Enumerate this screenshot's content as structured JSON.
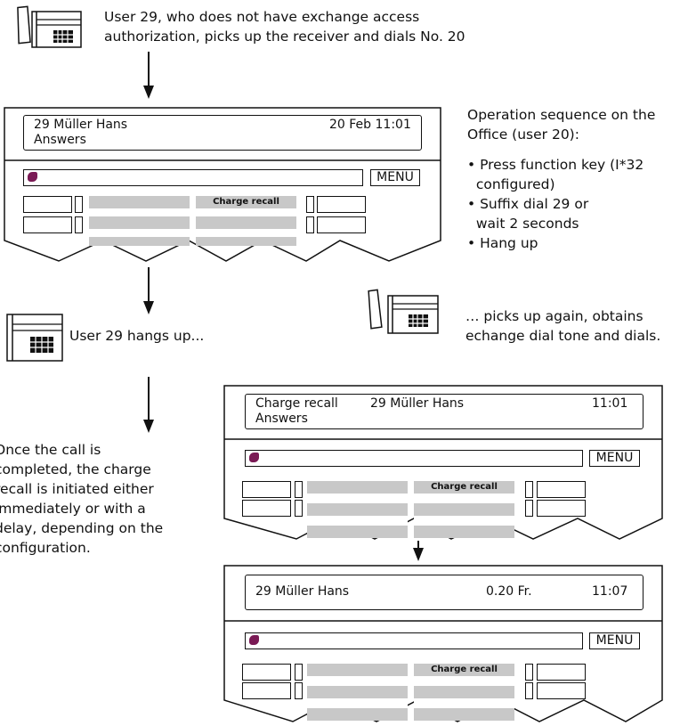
{
  "step1_text": {
    "line1": "User 29, who does not have exchange access",
    "line2": "authorization, picks up the receiver and dials No. 20"
  },
  "display1": {
    "name": "29 Müller Hans",
    "date": "20 Feb 11:01",
    "status": "Answers",
    "menu": "MENU",
    "softkey": "Charge recall"
  },
  "operation": {
    "title_line1": "Operation sequence on the",
    "title_line2": "Office (user 20):",
    "bullets": [
      [
        "• Press function key (I*32",
        "  configured)"
      ],
      [
        "• Suffix dial 29 or",
        "  wait 2 seconds"
      ],
      [
        "• Hang up"
      ]
    ]
  },
  "step2_text": "User 29  hangs up...",
  "step3_text": {
    "line1": "… picks up again, obtains",
    "line2": "echange dial tone and dials."
  },
  "completion_text": [
    "Once the call is",
    "completed, the charge",
    "recall is initiated either",
    "immediately or with a",
    "delay, depending on the",
    "configuration."
  ],
  "display2": {
    "label": "Charge recall",
    "name": "29 Müller Hans",
    "time": "11:01",
    "status": "Answers",
    "menu": "MENU",
    "softkey": "Charge recall"
  },
  "display3": {
    "name": "29 Müller Hans",
    "charge": "0.20 Fr.",
    "time": "11:07",
    "menu": "MENU",
    "softkey": "Charge recall"
  },
  "colors": {
    "line": "#111111",
    "screen_band": "#c8c8c8",
    "logo": "#7a1a55"
  }
}
